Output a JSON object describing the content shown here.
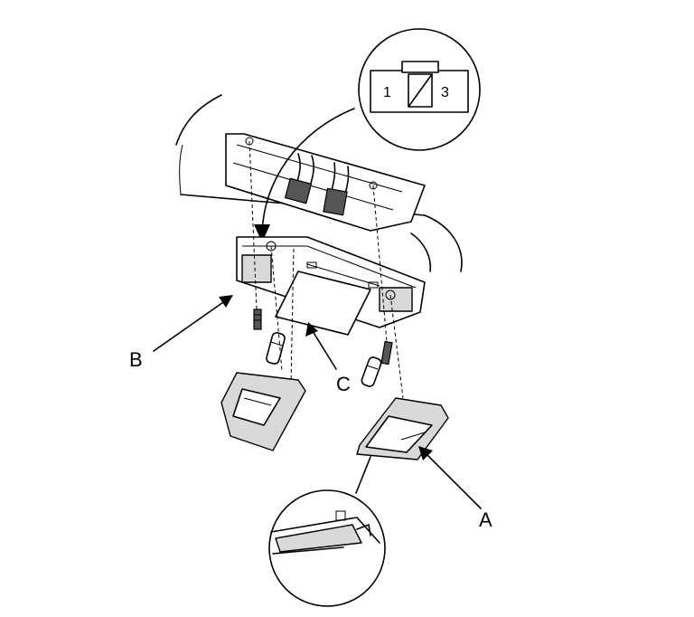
{
  "connector": {
    "pin_left": "1",
    "pin_right": "3"
  },
  "callouts": {
    "a": "A",
    "b": "B",
    "c": "C"
  }
}
